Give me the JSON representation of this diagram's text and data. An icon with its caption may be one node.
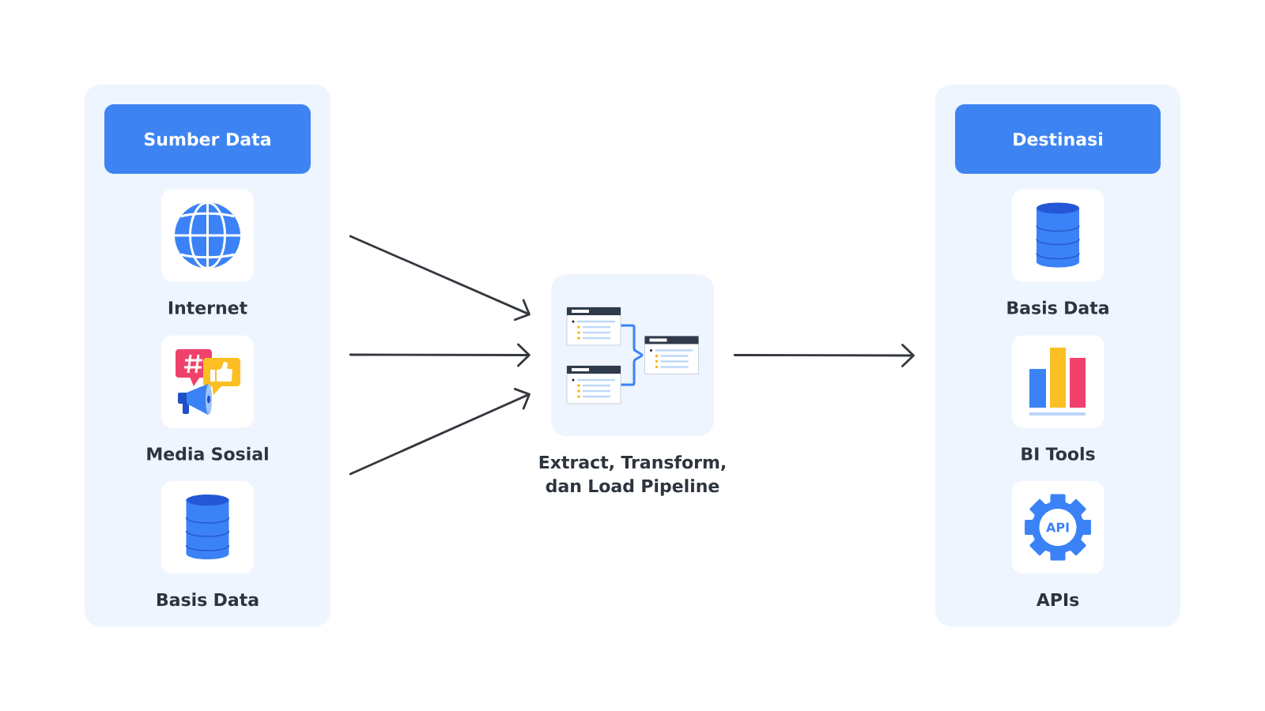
{
  "diagram": {
    "nodes": [
      {
        "text": [],
        "shape": "box"
      },
      {
        "text": [
          "Sumber Data"
        ],
        "in": 0
      },
      {
        "text": [
          "Internet"
        ],
        "in": 0
      },
      {
        "text": [
          "Media Sosial"
        ],
        "in": 0
      },
      {
        "text": [
          "Basis Data"
        ],
        "in": 0
      },
      {
        "text": [
          "Extract, Transform, dan Load Pipeline"
        ]
      },
      {
        "text": [],
        "shape": "box"
      },
      {
        "text": [
          "Destinasi"
        ],
        "in": 6
      },
      {
        "text": [
          "Basis Data"
        ],
        "in": 6
      },
      {
        "text": [
          "BI Tools"
        ],
        "in": 6
      },
      {
        "text": [
          "APIs"
        ],
        "in": 6
      }
    ],
    "edges": [
      {
        "from": 0,
        "to": 5,
        "arrow": "to"
      },
      {
        "from": 0,
        "to": 5,
        "arrow": "to"
      },
      {
        "from": 0,
        "to": 5,
        "arrow": "to"
      },
      {
        "from": 5,
        "to": 6,
        "arrow": "to"
      }
    ],
    "labels": [
      "API"
    ]
  }
}
